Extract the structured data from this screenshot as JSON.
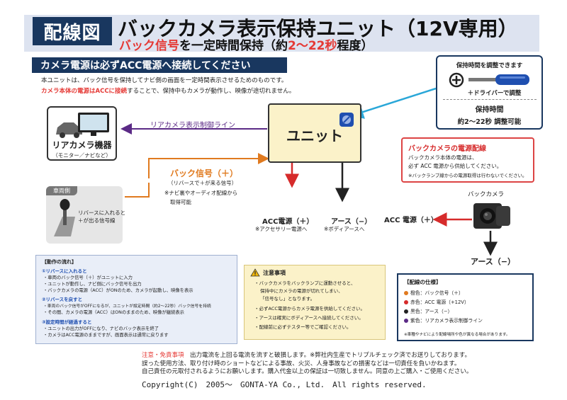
{
  "header": {
    "tag": "配線図",
    "title": "バックカメラ表示保持ユニット（12V専用）",
    "subtitle_pre": "バック信号",
    "subtitle_mid": "を一定時間保持（約",
    "subtitle_red": "2〜22秒",
    "subtitle_post": "程度）"
  },
  "banner": "カメラ電源は必ずACC電源へ接続してください",
  "desc": {
    "line1": "本ユニットは、バック信号を保持してナビ側の画面を一定時間表示させるためのものです。",
    "line2_red": "カメラ本体の電源はACCに接続",
    "line2_rest": "することで、保持中もカメラが動作し、映像が途切れません。"
  },
  "adjust": {
    "title": "保持時間を調整できます",
    "caption": "＋ドライバーで調整",
    "time_title": "保持時間",
    "time_range": "約2〜22秒 調整可能"
  },
  "unit_label": "ユニット",
  "device": {
    "name": "リアカメラ機器",
    "sub": "（モニター／ナビなど）"
  },
  "lines": {
    "rear_control": "リアカメラ表示制御ライン",
    "back_signal": "バック信号（＋）",
    "back_sub1": "（リバースで＋が来る信号）",
    "back_sub2": "※ナビ裏やオーディオ配線から",
    "back_sub3": "取得可能",
    "acc": "ACC電源（＋）",
    "acc_note": "※アクセサリー電源へ",
    "earth": "アース（−）",
    "earth_note": "※ボディアースへ"
  },
  "vehicle": {
    "tab": "車両側",
    "text1": "リバースに入れると",
    "text2": "＋が出る信号線"
  },
  "power": {
    "title": "バックカメラの電源配線",
    "line1": "バックカメラ本体の電源は、",
    "line2": "必ず ACC 電源から供給してください。",
    "note": "※バックランプ線からの電源取得は行わないでください。"
  },
  "camera": {
    "label": "バックカメラ",
    "acc": "ACC 電源（＋）",
    "earth": "アース（−）"
  },
  "flow": {
    "title": "【動作の流れ】",
    "s1": "①リバースに入れると",
    "s1a": "・車両のバック信号（＋）がユニットに入力",
    "s1b": "・ユニットが動作し、ナビ側にバック信号を出力",
    "s1c": "・バックカメラの電源（ACC）がONのため、カメラが起動し、映像を表示",
    "s2": "②リバースを戻すと",
    "s2a": "・車両のバック信号がOFFになるが、ユニットが設定時間（約2〜22秒）バック信号を持続",
    "s2b": "・その間、カメラの電源（ACC）はONのままのため、映像が継続表示",
    "s3": "③設定時間が経過すると",
    "s3a": "・ユニットの出力がOFFになり、ナビのバック表示を終了",
    "s3b": "・カメラはACC電源のままですが、画面表示は通常に戻ります"
  },
  "caution": {
    "title": "注意事項",
    "c1": "・バックカメラをバックランプに運動させると、",
    "c1b": "保持中にカメラの電源が切れてしまい、",
    "c1c": "「信号なし」となります。",
    "c2": "・必ずACC電源からカメラ電源を供給してください。",
    "c3": "・アースは確実にボディアースへ接続してください。",
    "c4": "・配線前に必ずテスター等でご確認ください。"
  },
  "spec": {
    "title": "【配線の仕様】",
    "i1": "橙色：バック信号（＋）",
    "i2": "赤色：ACC 電源（+12V）",
    "i3": "黒色：アース（−）",
    "i4": "紫色：リアカメラ表示制御ライン",
    "note": "※車種やナビにより配線場所や色が異なる場合があります。"
  },
  "footer": {
    "label": "注意・免責事項",
    "l1": "出力電流を上回る電流を流すと破損します。※弊社内生産でトリプルチェック済でお送りしております。",
    "l2": "誤った使用方法、取り付け時のショートなどによる事故、火災、人身事故などの損害などは一切責任を負いかねます。",
    "l3": "自己責任の元取付されるようにお願いします。購入代金以上の保証は一切致しません。同意の上ご購入・ご使用ください。",
    "copyright": "Copyright(C)　2005〜　GONTA-YA Co., Ltd.　All rights reserved."
  },
  "colors": {
    "navy": "#19375f",
    "orange": "#e07a1f",
    "red": "#d62b2b",
    "black": "#222222",
    "purple": "#5b2a86",
    "blue_arrow": "#2aa7d8"
  }
}
